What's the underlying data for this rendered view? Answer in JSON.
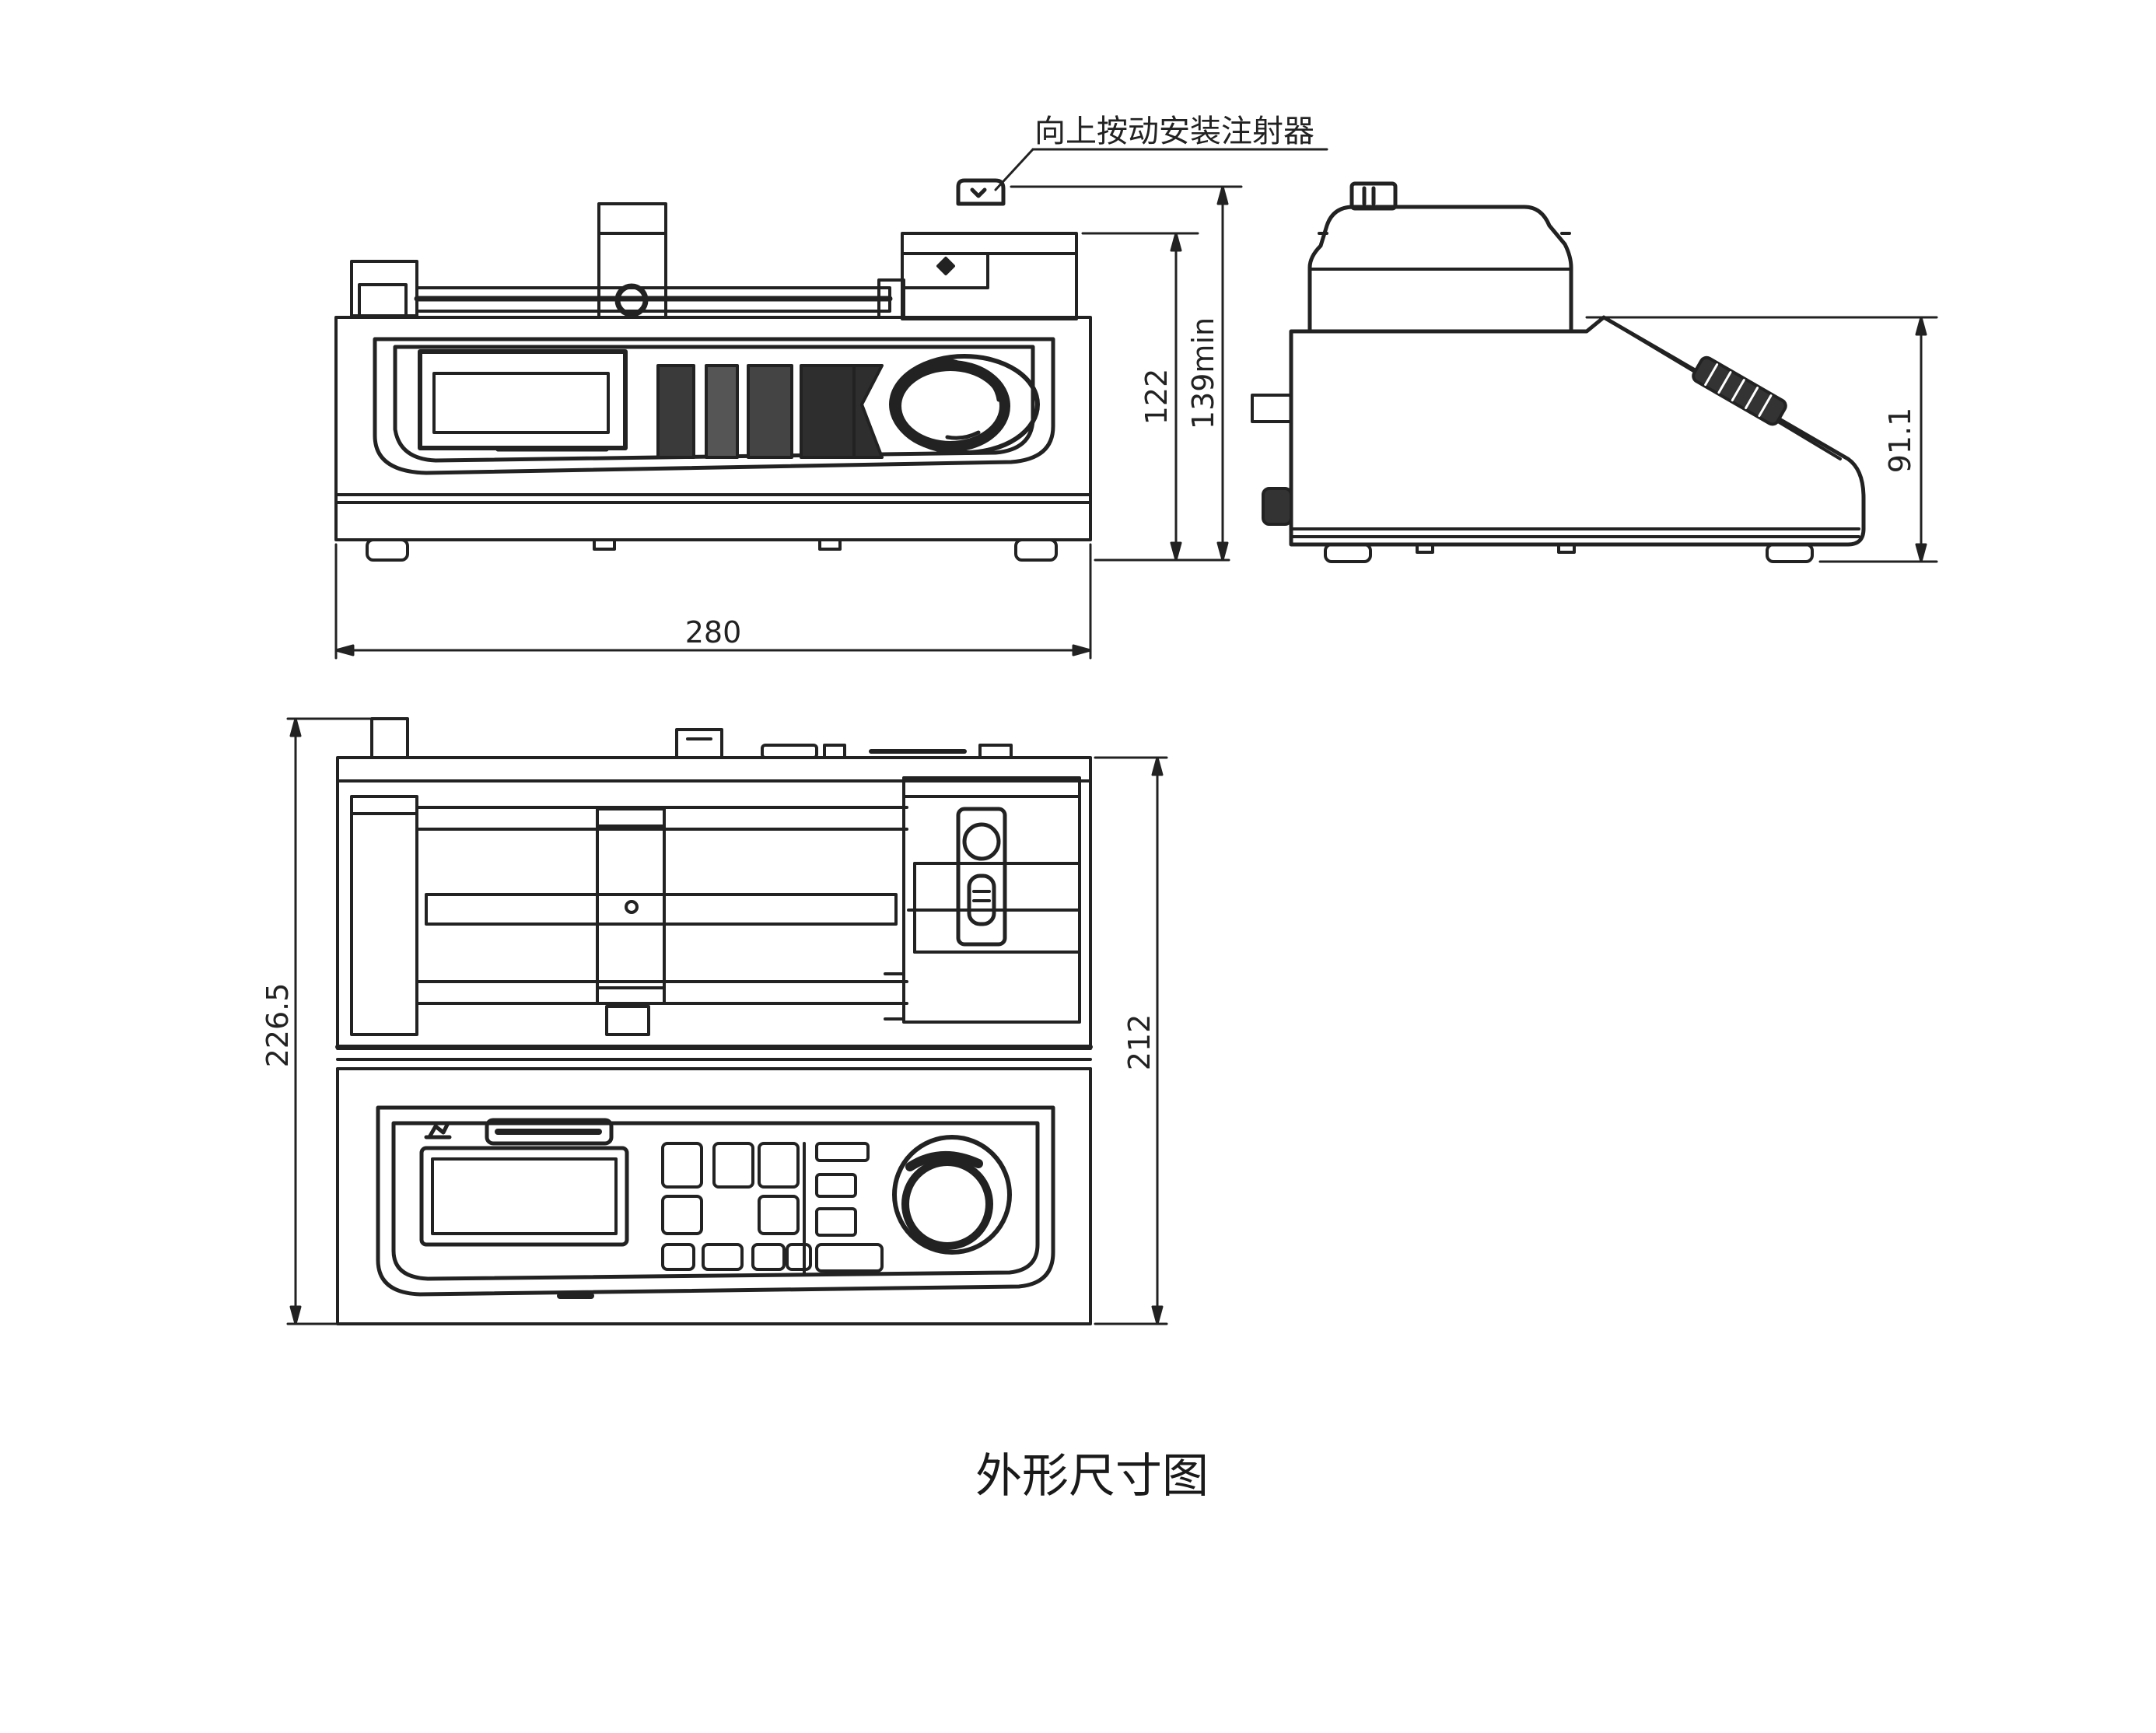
{
  "caption": "外形尺寸图",
  "annotation": "向上按动安装注射器",
  "front_view": {
    "width_label": "280",
    "height_label": "122",
    "total_height_label": "139min"
  },
  "side_view": {
    "height_label": "91.1"
  },
  "top_view": {
    "depth_label": "212",
    "total_depth_label": "226.5"
  }
}
